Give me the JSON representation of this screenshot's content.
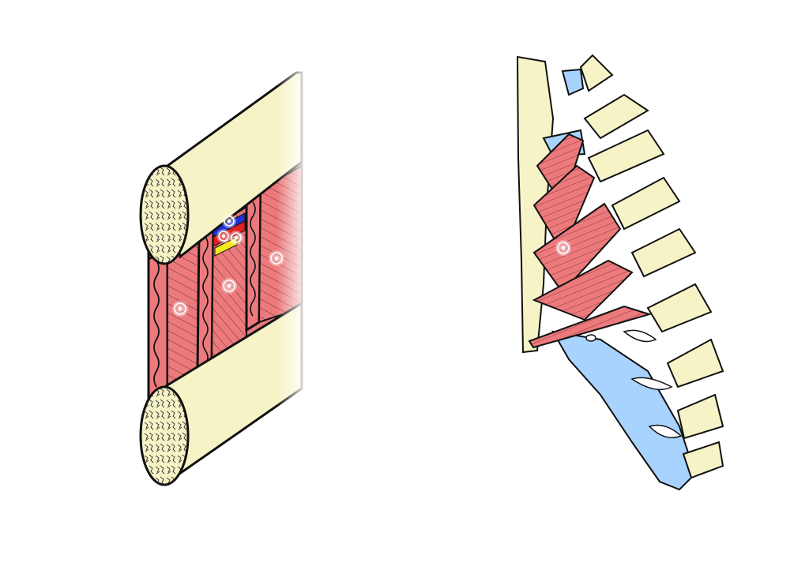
{
  "colors": {
    "bone": "#f6f3c6",
    "bone_edge": "#e9e4a8",
    "muscle": "#ec7a7c",
    "muscle_light": "#f29a9b",
    "cartilage": "#a9d3ff",
    "outline": "#111111",
    "vein": "#2230d8",
    "artery": "#e01f1f",
    "nerve": "#f4e81e",
    "marker": "#ffffff"
  },
  "hotspots": [
    {
      "id": "intercostal-vein"
    },
    {
      "id": "intercostal-artery"
    },
    {
      "id": "intercostal-nerve"
    },
    {
      "id": "innermost-intercostal-muscle"
    },
    {
      "id": "internal-intercostal-muscle"
    },
    {
      "id": "external-intercostal-muscle"
    },
    {
      "id": "transversus-thoracis-muscle"
    }
  ]
}
